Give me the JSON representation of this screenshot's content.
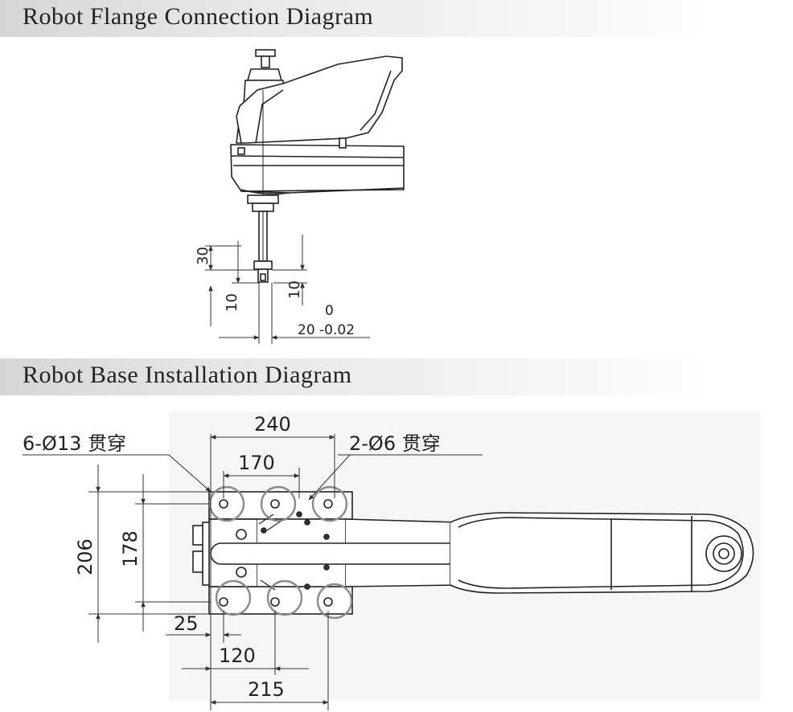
{
  "sections": [
    {
      "title": "Robot Flange Connection Diagram"
    },
    {
      "title": "Robot Base Installation Diagram"
    }
  ],
  "flange": {
    "dims": {
      "d30": "30",
      "d10_left": "10",
      "d10_right": "10",
      "tol_upper": "0",
      "tol_main": "20 -0.02"
    }
  },
  "base": {
    "callouts": {
      "holes_large": "6-Ø13 贯穿",
      "holes_small": "2-Ø6 贯穿"
    },
    "dims": {
      "w240": "240",
      "w170": "170",
      "h206": "206",
      "h178": "178",
      "x25": "25",
      "x120": "120",
      "x215": "215"
    }
  }
}
